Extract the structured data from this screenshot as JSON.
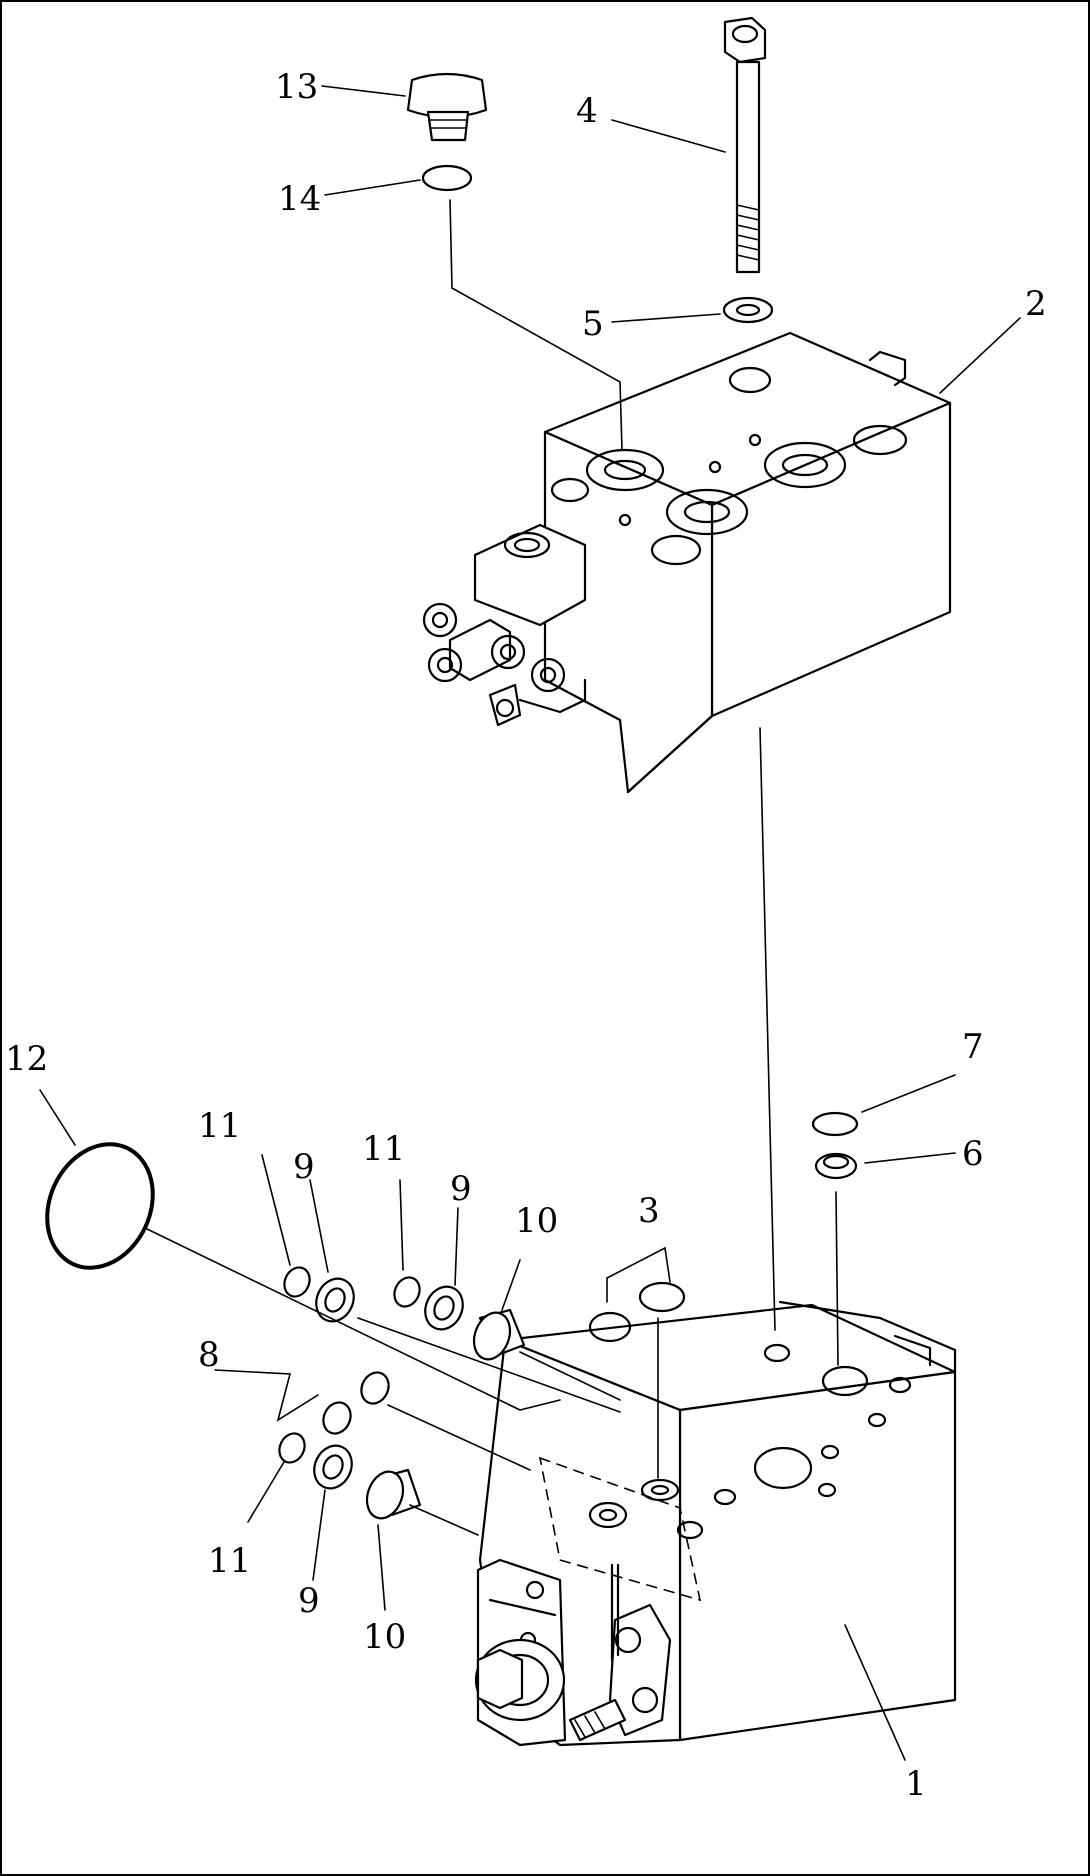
{
  "labels": {
    "l1": "1",
    "l2": "2",
    "l3": "3",
    "l4": "4",
    "l5": "5",
    "l6": "6",
    "l7": "7",
    "l8": "8",
    "l9a": "9",
    "l9b": "9",
    "l9c": "9",
    "l10a": "10",
    "l10b": "10",
    "l11a": "11",
    "l11b": "11",
    "l11c": "11",
    "l12": "12",
    "l13": "13",
    "l14": "14"
  }
}
